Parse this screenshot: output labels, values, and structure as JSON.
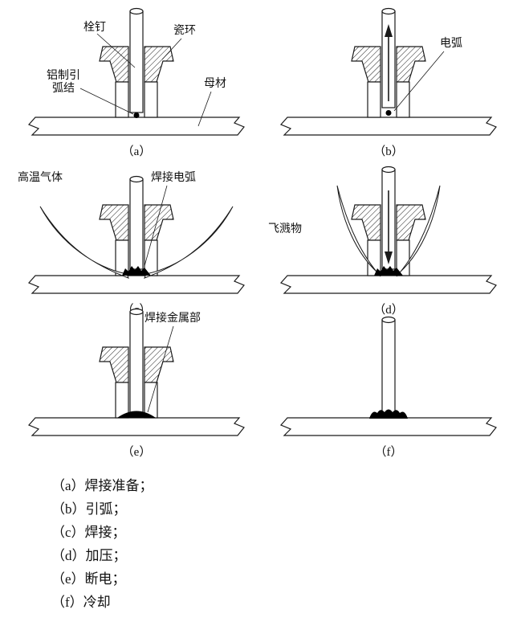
{
  "figure": {
    "panels": [
      {
        "id": "a",
        "caption": "（a）",
        "labels": {
          "stud": "栓钉",
          "ferrule": "瓷环",
          "tip1": "铝制引",
          "tip2": "弧结",
          "base": "母材"
        }
      },
      {
        "id": "b",
        "caption": "（b）",
        "labels": {
          "arc": "电弧"
        }
      },
      {
        "id": "c",
        "caption": "（c）",
        "labels": {
          "gas": "高温气体",
          "weld_arc": "焊接电弧"
        }
      },
      {
        "id": "d",
        "caption": "（d）",
        "labels": {
          "spatter": "飞溅物"
        }
      },
      {
        "id": "e",
        "caption": "（e）",
        "labels": {
          "weld_metal": "焊接金属部"
        }
      },
      {
        "id": "f",
        "caption": "（f）"
      }
    ],
    "legend": [
      "（a）焊接准备；",
      "（b）引弧；",
      "（c）焊接；",
      "（d）加压；",
      "（e）断电；",
      "（f）冷却"
    ]
  }
}
